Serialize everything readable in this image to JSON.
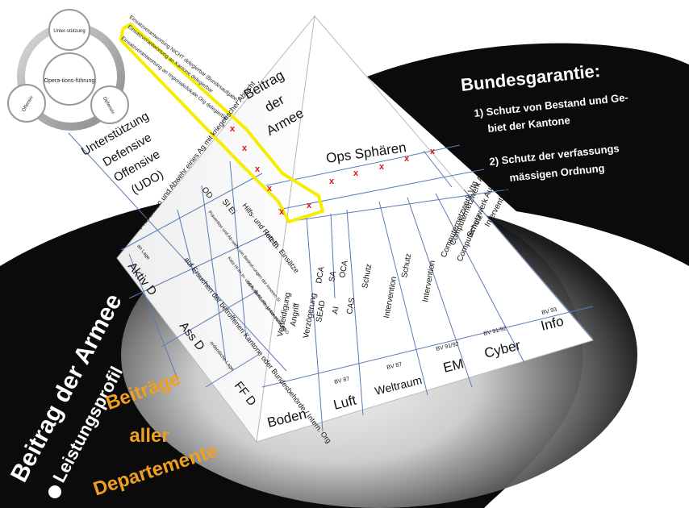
{
  "cycle": {
    "center": "Opera-tions-führung",
    "top": "Unter-stützung",
    "left": "Offensiv",
    "right": "Defensiv"
  },
  "rotated_notes": {
    "note1": "Einsatzverantwortung NICHT delegierbar (Bundesaufgabe)",
    "note2": "Einsatzverantwortung an Kantone delegierbar",
    "note3": "Einsatzverantwortung an regionale/lokale Org delegierbar"
  },
  "apex": {
    "line1": "Beitrag",
    "line2": "der",
    "line3": "Armee"
  },
  "udo": {
    "line1": "Unterstützung",
    "line2": "Defensive",
    "line3": "Offensive",
    "line4": "(UDO)"
  },
  "ops_spheres": "Ops Sphären",
  "bundesgarantie": {
    "title": "Bundesgarantie:",
    "item1_a": "1) Schutz von Bestand und Ge-",
    "item1_b": "biet der Kantone",
    "item2_a": "2) Schutz der verfassungs",
    "item2_b": "mässigen Ordnung"
  },
  "left_title": {
    "line1": "Beitrag der Armee",
    "line2": "Leistungsprofil"
  },
  "departments": {
    "line1": "Beiträge",
    "line2": "aller",
    "line3": "Departemente"
  },
  "left_face": {
    "aktiv": "Aktiv D",
    "ass": "Ass D",
    "ffd": "FF D",
    "lage": "ao Lage",
    "ordentliche": "ordentliche Lage",
    "praevention": "Prävention und Abwehr eines Ag mit kriegerischer Absicht",
    "ersuchen": "auf Ersuchen der betroffenen Kantone oder Bundesbehörde / Intern. Org",
    "od": "OD",
    "si_ei": "SI Ei",
    "hilfs": "Hilfs- und Rett Ei",
    "intern": "Intern. Einsätze",
    "si": "Prävention und Ab-wehr von Bedroh-ungen der inneren Si",
    "kata": "Kata Hi im In- und Ausland, Hh, Unter-stützung",
    "ssr": "SSR, Mi Rüstungs-kontrolle, PSO"
  },
  "spheres": {
    "boden": "Boden",
    "luft": "Luft",
    "weltraum": "Weltraum",
    "em": "EM",
    "cyber": "Cyber",
    "info": "Info",
    "bv_luft": "BV 87",
    "bv_weltraum": "BV 87",
    "bv_em": "BV 91/92",
    "bv_cyber": "BV 91/92",
    "bv_info": "BV 93"
  },
  "tasks": {
    "verteidigung": "Verteidigung",
    "angriff": "Angriff",
    "verzoegerung": "Verzögerung",
    "dca": "DCA",
    "sead": "SEAD",
    "sa": "SA",
    "ai": "AI",
    "oca": "OCA",
    "cas": "CAS",
    "schutz1": "Schutz",
    "intervention1": "Intervention",
    "schutz2": "Schutz",
    "intervention2": "Intervention",
    "cnv": "Computernetzwerk Vtg",
    "cna": "Computernetzwerk Ag",
    "cnauf": "Computernetzwerk Aufkl",
    "schutz3": "Schutz",
    "intervention3": "Intervention"
  },
  "mark": "x",
  "colors": {
    "highlight": "#f5ee00",
    "mark": "#e0141e",
    "orange": "#f0a020",
    "grid": "#5a7bb5"
  }
}
